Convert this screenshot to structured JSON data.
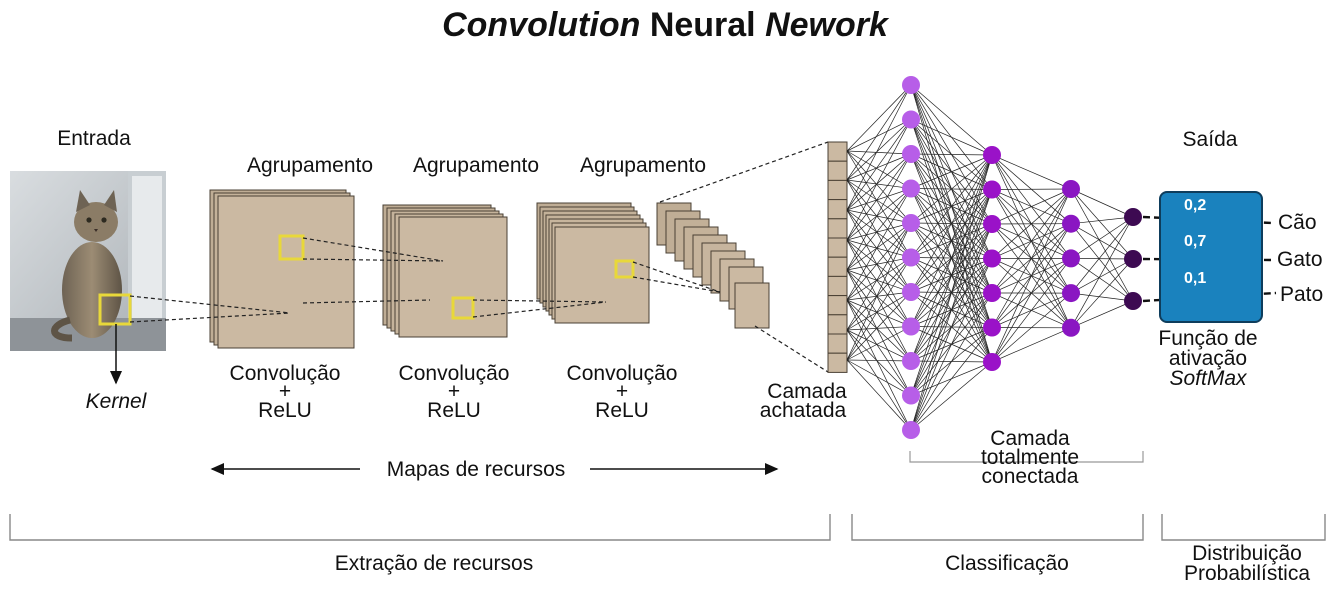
{
  "title": {
    "part1": "Convolution",
    "part2": "Neural",
    "part3": "Nework"
  },
  "input": {
    "label": "Entrada",
    "kernel_label": "Kernel"
  },
  "stages": [
    {
      "pool_label": "Agrupamento",
      "conv_line1": "Convolução",
      "conv_line2": "+",
      "conv_line3": "ReLU"
    },
    {
      "pool_label": "Agrupamento",
      "conv_line1": "Convolução",
      "conv_line2": "+",
      "conv_line3": "ReLU"
    },
    {
      "pool_label": "Agrupamento",
      "conv_line1": "Convolução",
      "conv_line2": "+",
      "conv_line3": "ReLU"
    }
  ],
  "feature_maps_label": "Mapas de recursos",
  "flatten": {
    "line1": "Camada",
    "line2": "achatada"
  },
  "fully_connected": {
    "line1": "Camada",
    "line2": "totalmente",
    "line3": "conectada"
  },
  "output": {
    "label": "Saída",
    "probabilities": [
      "0,2",
      "0,7",
      "0,1"
    ],
    "classes": [
      "Cão",
      "Gato",
      "Pato"
    ],
    "activation_line1": "Função de",
    "activation_line2": "ativação",
    "activation_line3": "SoftMax"
  },
  "sections": {
    "feature_extraction": "Extração de recursos",
    "classification": "Classificação",
    "distribution_line1": "Distribuição",
    "distribution_line2": "Probabilística"
  },
  "colors": {
    "map_fill": "#cbb9a2",
    "kernel": "#e8d83a",
    "layer1_neuron": "#b75ee8",
    "layer2_neuron": "#9a12c8",
    "layer3_neuron": "#8a16c2",
    "output_neuron": "#3d0a52",
    "softmax_box": "#1a82be"
  }
}
